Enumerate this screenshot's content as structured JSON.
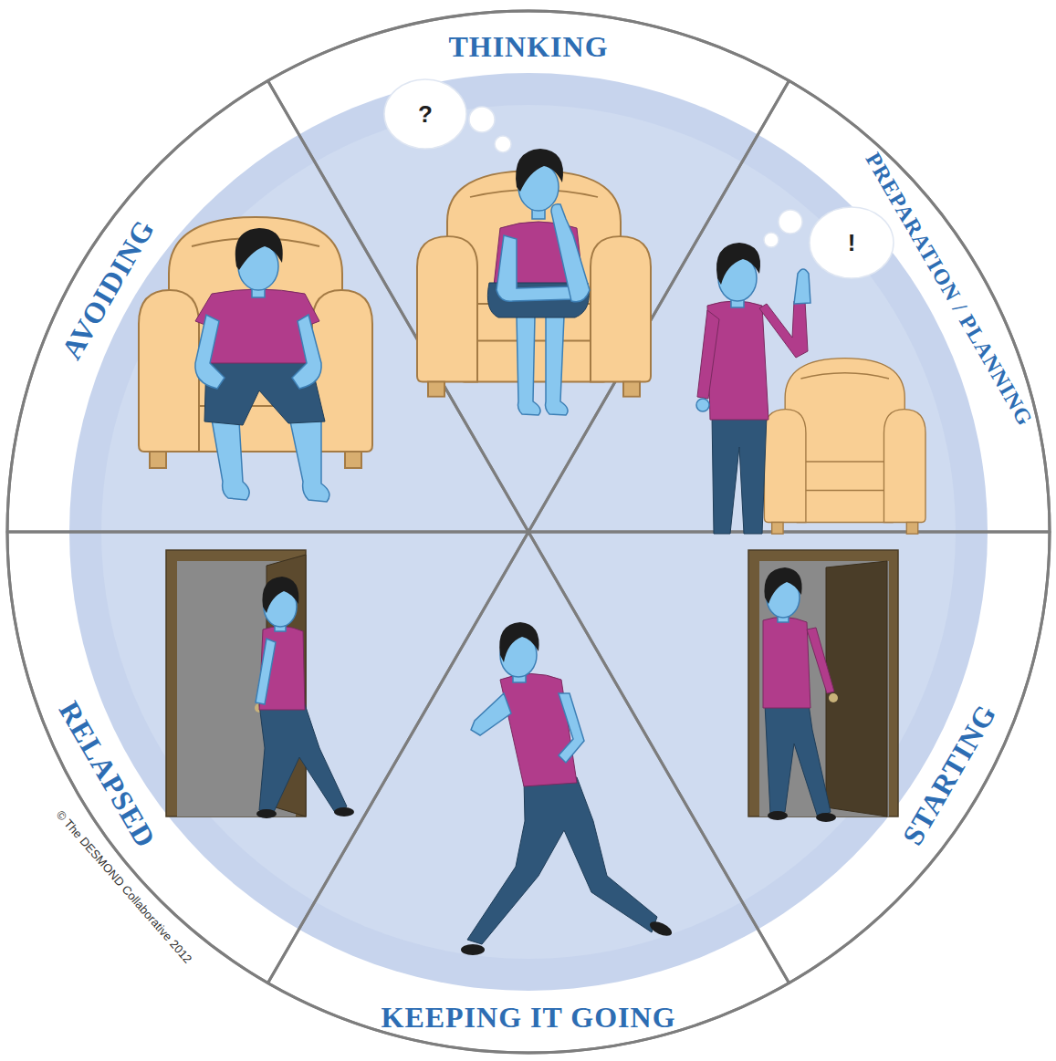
{
  "diagram": {
    "nodes": [
      {
        "text": [
          "AVOIDING"
        ]
      },
      {
        "text": [
          "THINKING"
        ]
      },
      {
        "text": [
          "?"
        ],
        "in": 1
      },
      {
        "text": [
          "PREPARATION / PLANNING"
        ]
      },
      {
        "text": [
          "!"
        ],
        "in": 3
      },
      {
        "text": [
          "STARTING"
        ]
      },
      {
        "text": [
          "KEEPING IT GOING"
        ]
      },
      {
        "text": [
          "RELAPSED"
        ]
      }
    ],
    "labels": [
      "© The DESMOND Collaborative 2012"
    ]
  }
}
